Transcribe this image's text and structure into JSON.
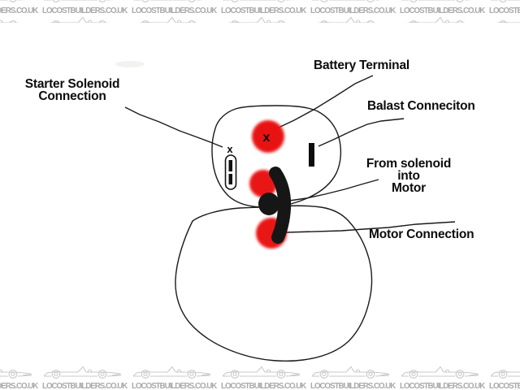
{
  "watermark": {
    "text": "LOCOSTBUILDERS.CO.UK",
    "repeat": 8,
    "text_color": "#a9a9a9",
    "car_color": "#c9c9c9"
  },
  "diagram": {
    "labels": {
      "starter_solenoid": "Starter Solenoid\nConnection",
      "battery_terminal": "Battery Terminal",
      "ballast": "Balast Conneciton",
      "from_solenoid": "From solenoid\ninto\nMotor",
      "motor_connection": "Motor Connection"
    },
    "markers": {
      "battery_x": "x",
      "spade_x": "x"
    },
    "colors": {
      "terminal_red": "#e91212",
      "ink_black": "#161616"
    }
  }
}
